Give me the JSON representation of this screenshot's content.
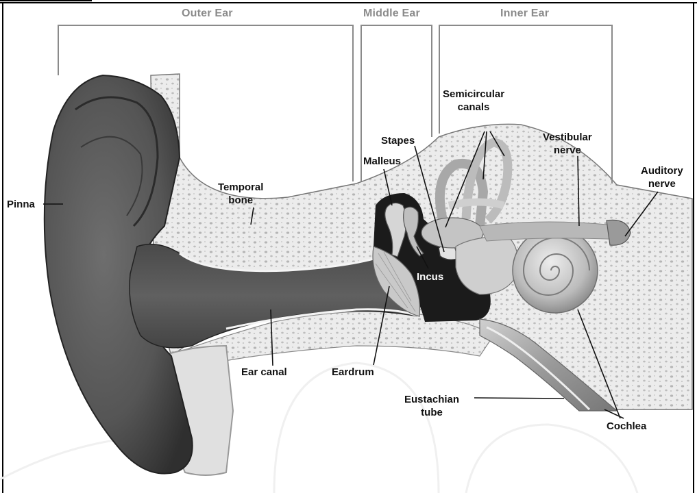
{
  "diagram": {
    "regions": [
      {
        "key": "outer",
        "label": "Outer Ear"
      },
      {
        "key": "middle",
        "label": "Middle Ear"
      },
      {
        "key": "inner",
        "label": "Inner Ear"
      }
    ],
    "parts": {
      "pinna": "Pinna",
      "temporal_bone": "Temporal\nbone",
      "malleus": "Malleus",
      "stapes": "Stapes",
      "semicircular_canals": "Semicircular\ncanals",
      "vestibular_nerve": "Vestibular\nnerve",
      "auditory_nerve": "Auditory\nnerve",
      "incus": "Incus",
      "ear_canal": "Ear canal",
      "eardrum": "Eardrum",
      "eustachian_tube": "Eustachian\ntube",
      "cochlea": "Cochlea"
    }
  }
}
